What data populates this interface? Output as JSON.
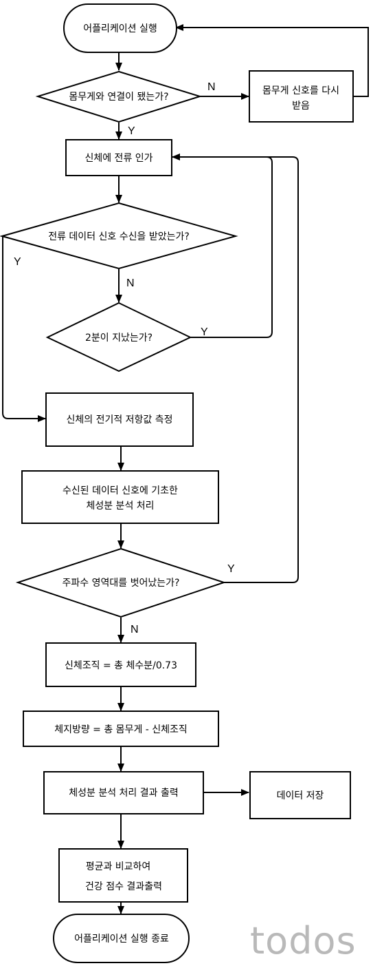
{
  "nodes": {
    "start": "어플리케이션 실행",
    "check_connect": "몸무게와 연결이 됐는가?",
    "resend": [
      "몸무게 신호를 다시",
      "받음"
    ],
    "apply_current": "신체에 전류 인가",
    "check_received": "전류 데이터 신호 수신을 받았는가?",
    "check_2min": "2분이 지났는가?",
    "measure": "신체의 전기적 저항값 측정",
    "analysis": [
      "수신된 데이터 신호에 기초한",
      "체성분 분석 처리"
    ],
    "check_freq": "주파수 영역대를 벗어났는가?",
    "tissue": "신체조직 = 총 체수분/0.73",
    "fat": "체지방량 = 총 몸무게 - 신체조직",
    "output": "체성분 분석 처리 결과 출력",
    "store": "데이터 저장",
    "compare": [
      "평균과 비교하여",
      "건강 점수 결과출력"
    ],
    "end": "어플리케이션 실행 종료"
  },
  "edge_labels": {
    "connect_no": "N",
    "connect_yes": "Y",
    "received_yes": "Y",
    "received_no": "N",
    "timeout_yes": "Y",
    "freq_yes": "Y",
    "freq_no": "N"
  },
  "watermark": "todos"
}
